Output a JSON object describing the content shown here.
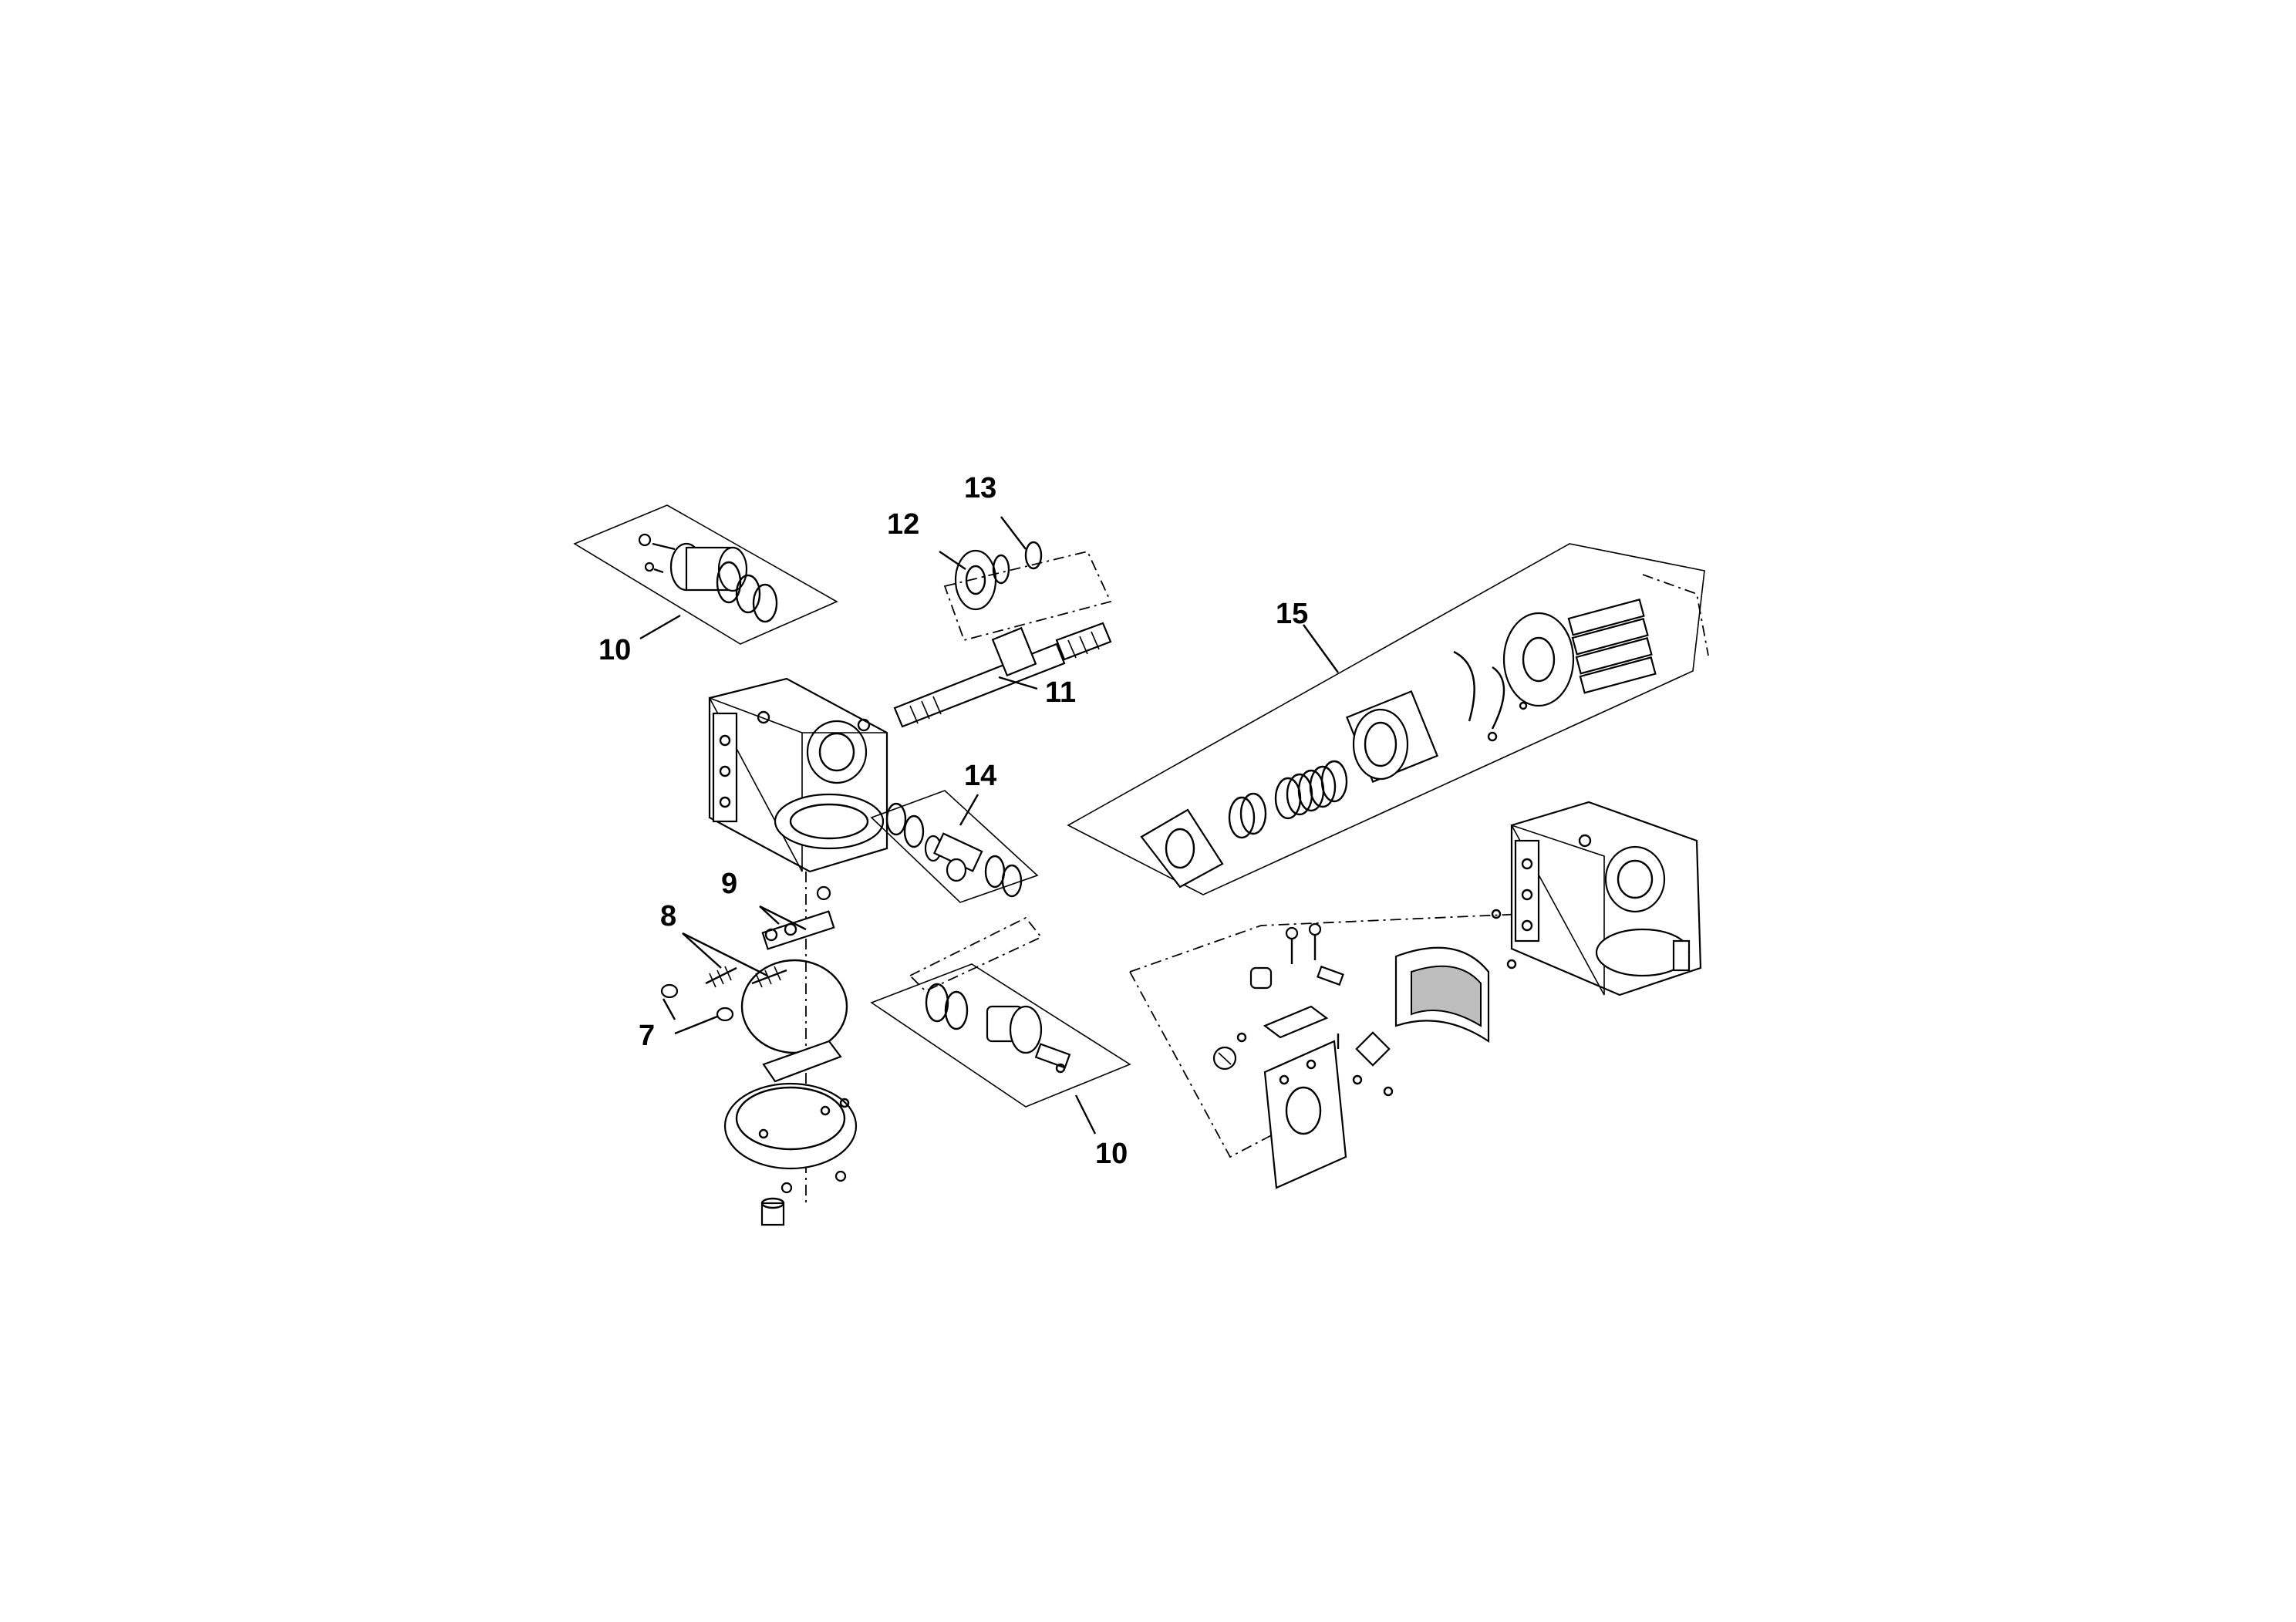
{
  "callouts": {
    "c7": "7",
    "c8": "8",
    "c9": "9",
    "c10a": "10",
    "c10b": "10",
    "c11": "11",
    "c12": "12",
    "c13": "13",
    "c14": "14",
    "c15": "15"
  }
}
